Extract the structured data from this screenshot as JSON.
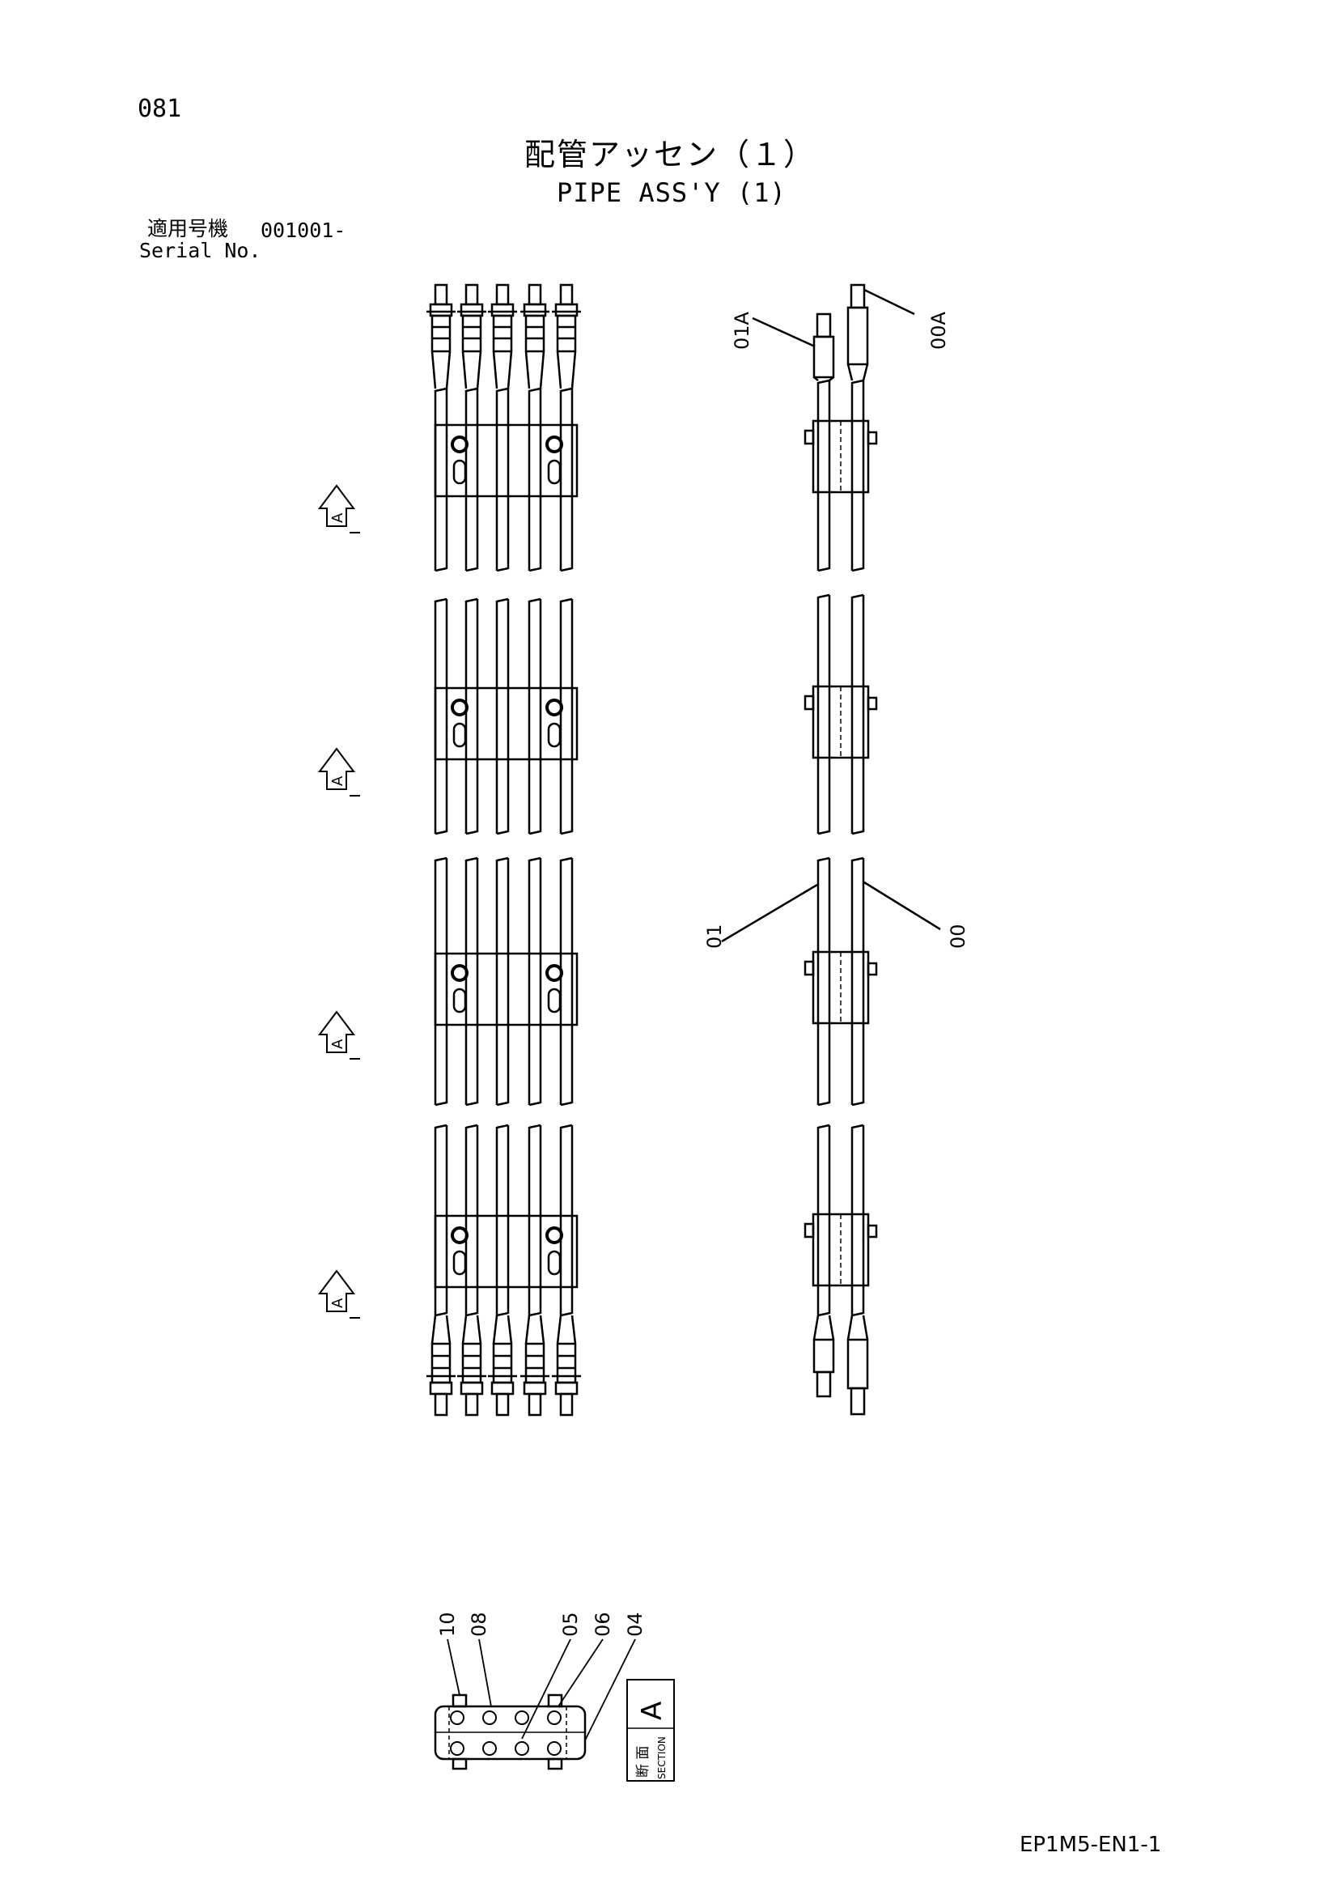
{
  "header": {
    "page_number": "081",
    "title_jp": "配管アッセン（１）",
    "title_en": "PIPE ASS'Y (1)",
    "serial_label_jp": "適用号機",
    "serial_value": "001001-",
    "serial_label_en": "Serial No."
  },
  "section_marker_letter": "A",
  "part_labels": {
    "side_view": [
      "01A",
      "00A",
      "01",
      "00"
    ],
    "section_view": [
      "10",
      "08",
      "05",
      "06",
      "04"
    ]
  },
  "section_box": {
    "letter": "A",
    "label_jp": "断 面",
    "label_en": "SECTION"
  },
  "footer": {
    "drawing_code": "EP1M5-EN1-1"
  }
}
